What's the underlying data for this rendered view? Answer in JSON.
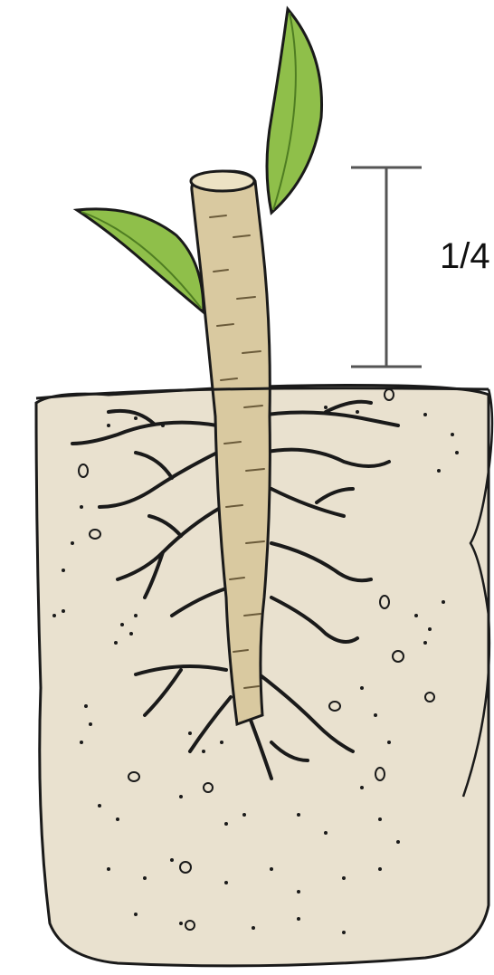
{
  "diagram": {
    "measure_label": "1/4",
    "elements": [
      "soil-block",
      "cutting-stem",
      "leaf",
      "roots",
      "measurement-bracket",
      "depth-brace"
    ]
  },
  "colors": {
    "soil": "#e9e1cf",
    "stem": "#d9c9a0",
    "stem_shade": "#b9a77a",
    "leaf": "#8fbf4a",
    "leaf_dark": "#4f7d22",
    "ink": "#1a1a1a",
    "bracket": "#555555"
  }
}
